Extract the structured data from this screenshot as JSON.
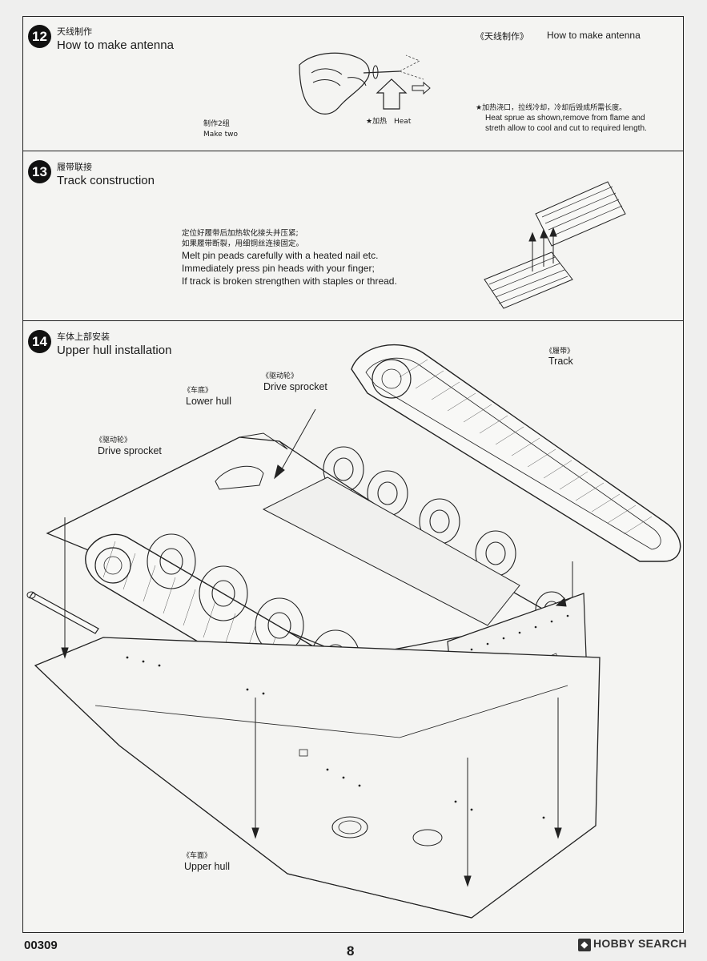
{
  "steps": [
    {
      "number": "12",
      "title_zh": "天线制作",
      "title_en": "How to make antenna",
      "make_zh": "制作2组",
      "make_en": "Make two",
      "heat_zh": "★加热",
      "heat_en": "Heat",
      "header_zh": "《天线制作》",
      "header_en": "How to make antenna",
      "note_zh": "★加热浇口，拉线冷却，冷却后毁成所需长度。",
      "note_en_1": "Heat sprue as shown,remove from flame and",
      "note_en_2": "streth allow to cool and cut to required length."
    },
    {
      "number": "13",
      "title_zh": "履带联接",
      "title_en": "Track construction",
      "note_zh_1": "定位好履带后加热软化接头并压紧;",
      "note_zh_2": "如果履带断裂，用细铜丝连接固定。",
      "note_en_1": "Melt pin peads carefully with a heated nail etc.",
      "note_en_2": "Immediately press pin heads with your finger;",
      "note_en_3": "If track is broken strengthen with staples or thread."
    },
    {
      "number": "14",
      "title_zh": "车体上部安装",
      "title_en": "Upper hull installation",
      "labels": {
        "drive_sprocket_top_zh": "《驱动轮》",
        "drive_sprocket_top_en": "Drive sprocket",
        "track_zh": "《履带》",
        "track_en": "Track",
        "lower_hull_zh": "《车底》",
        "lower_hull_en": "Lower hull",
        "drive_sprocket_left_zh": "《驱动轮》",
        "drive_sprocket_left_en": "Drive sprocket",
        "upper_hull_zh": "《车面》",
        "upper_hull_en": "Upper hull"
      }
    }
  ],
  "footer": {
    "code": "00309",
    "page": "8",
    "watermark": "HOBBY SEARCH"
  }
}
